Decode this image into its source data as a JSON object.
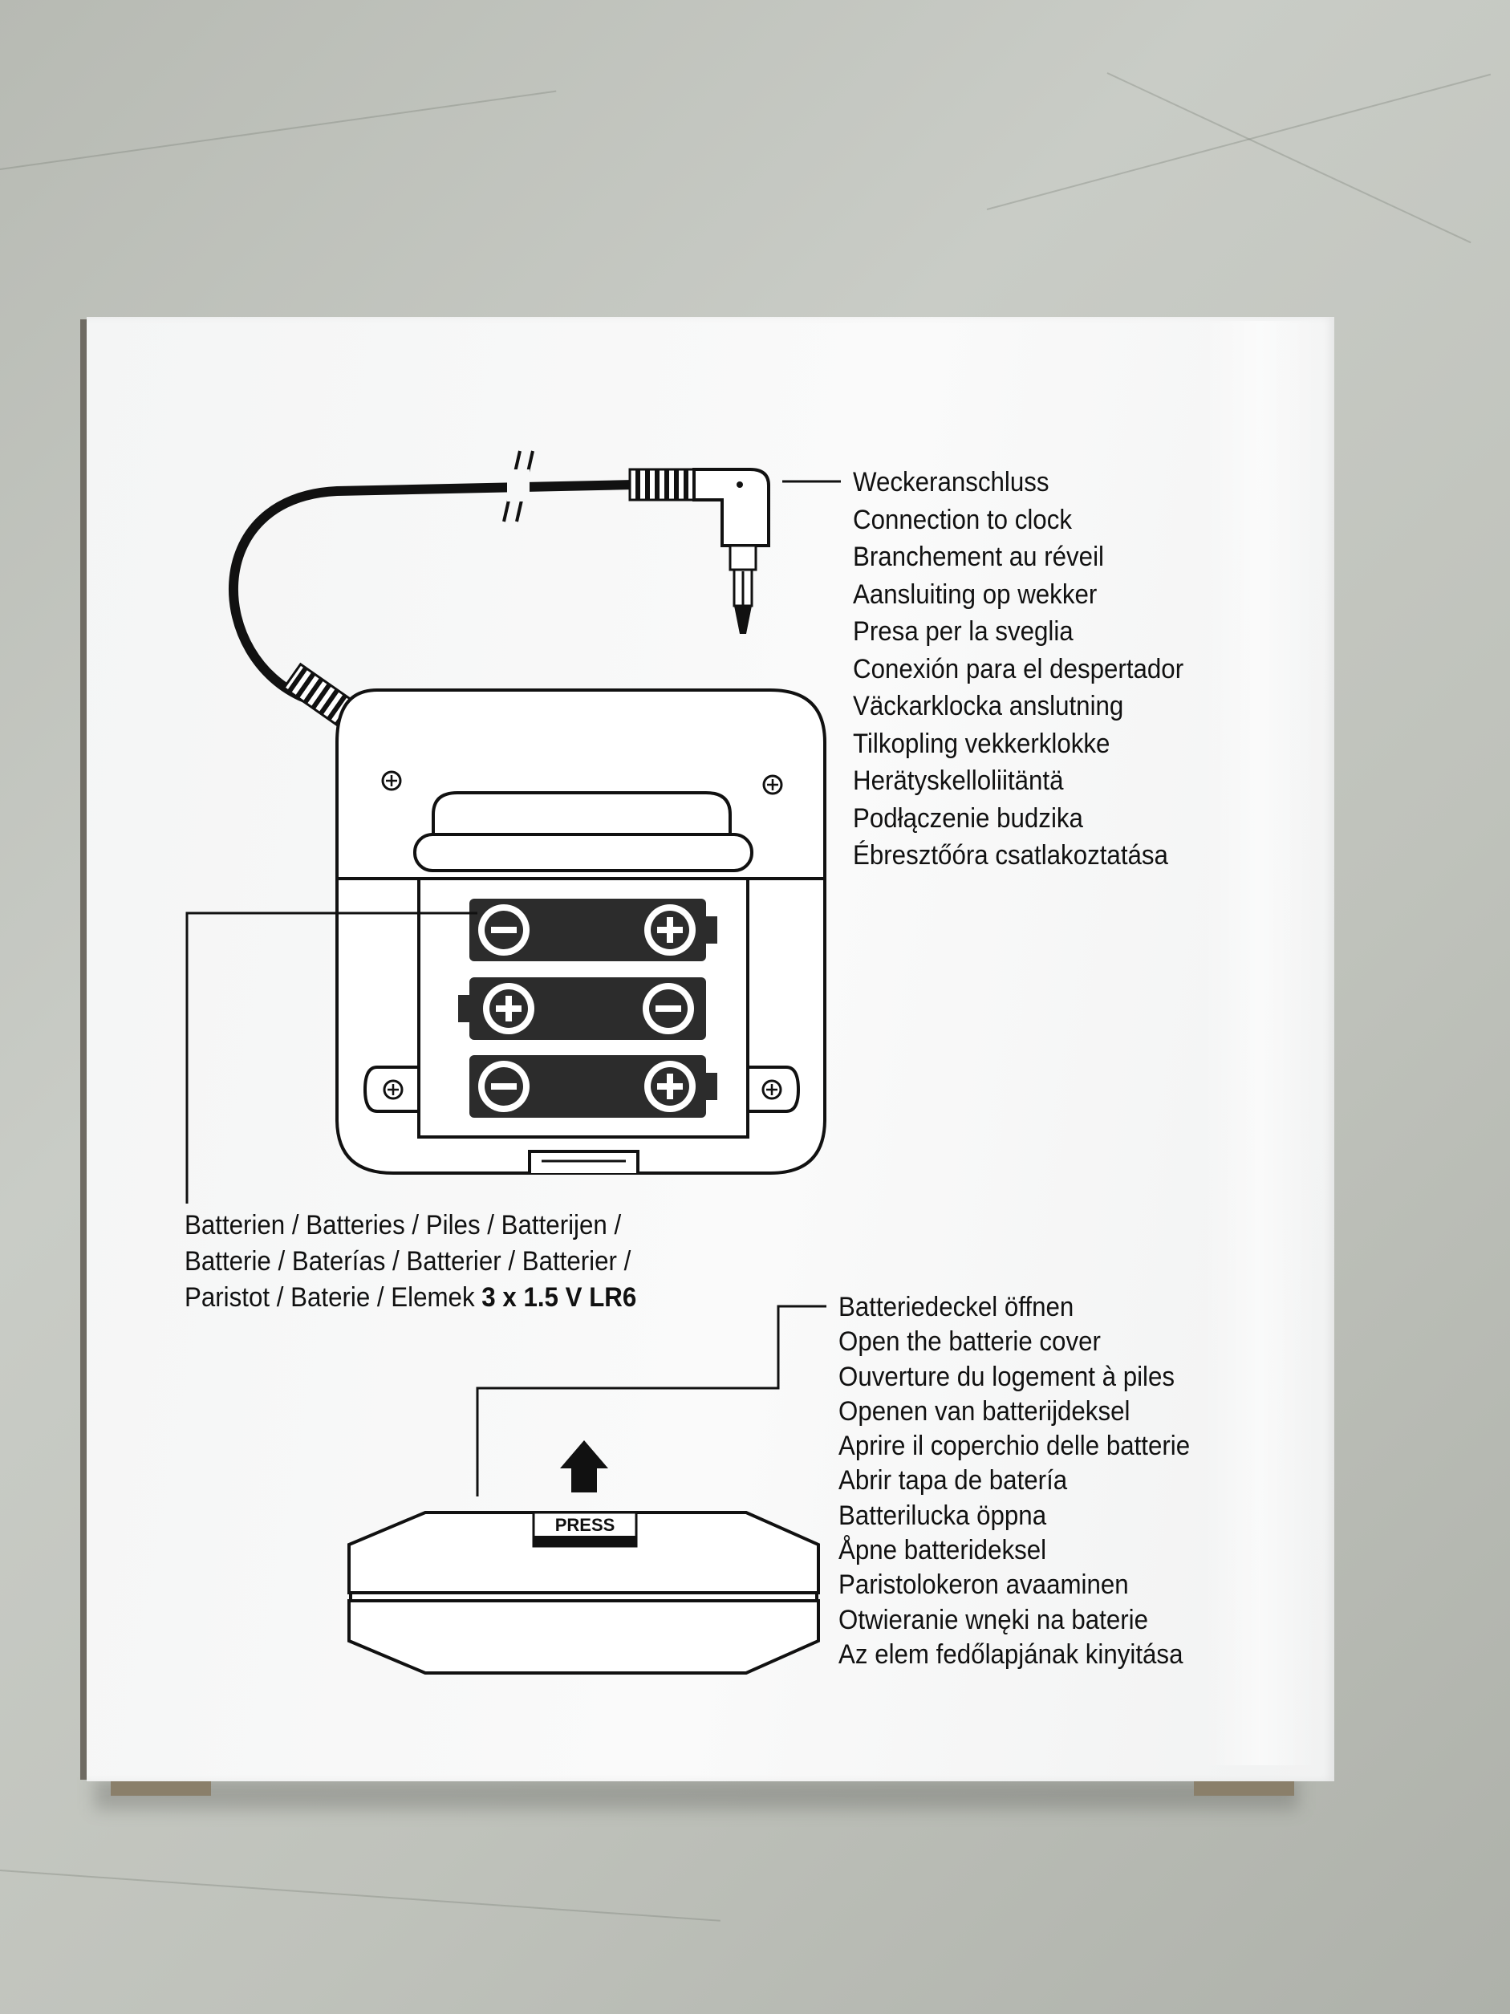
{
  "clock_connection_labels": [
    "Weckeranschluss",
    "Connection to clock",
    "Branchement au réveil",
    "Aansluiting op wekker",
    "Presa per la sveglia",
    "Conexión para el despertador",
    "Väckarklocka anslutning",
    "Tilkopling vekkerklokke",
    "Herätyskelloliitäntä",
    "Podłączenie budzika",
    "Ébresztőóra csatlakoztatása"
  ],
  "battery_caption": {
    "line1": "Batterien / Batteries / Piles / Batterijen /",
    "line2": "Batterie / Baterías / Batterier / Batterier /",
    "line3": "Paristot / Baterie / Elemek ",
    "spec": "3 x 1.5 V LR6"
  },
  "cover_labels": [
    "Batteriedeckel öffnen",
    "Open the batterie cover",
    "Ouverture du logement à piles",
    "Openen van batterijdeksel",
    "Aprire il coperchio delle batterie",
    "Abrir tapa de batería",
    "Batterilucka öppna",
    "Åpne batterideksel",
    "Paristolokeron avaaminen",
    "Otwieranie wnęki na baterie",
    "Az elem fedőlapjának kinyitása"
  ],
  "press_button_label": "PRESS",
  "icons": {
    "plus": "+",
    "minus": "−",
    "screw": "⊕"
  },
  "colors": {
    "ink": "#111111",
    "panel": "#f7f8f8",
    "floor": "#c2c5bf",
    "cardboard": "#8a7f6a"
  }
}
